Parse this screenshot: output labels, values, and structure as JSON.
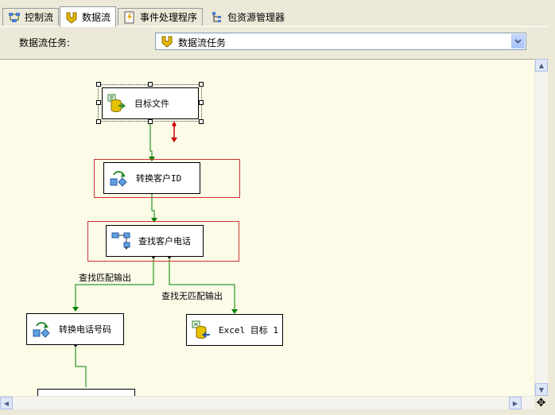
{
  "tabs": [
    {
      "label": "控制流",
      "icon": "control-flow-icon"
    },
    {
      "label": "数据流",
      "icon": "data-flow-icon"
    },
    {
      "label": "事件处理程序",
      "icon": "event-handler-icon"
    },
    {
      "label": "包资源管理器",
      "icon": "package-explorer-icon"
    }
  ],
  "active_tab": "数据流",
  "toolbar": {
    "task_label": "数据流任务:",
    "task_value": "数据流任务"
  },
  "canvas": {
    "components": {
      "source": {
        "label": "目标文件",
        "icon": "flat-file-source-icon"
      },
      "convert_id": {
        "label": "转换客户ID",
        "icon": "data-conversion-icon"
      },
      "lookup": {
        "label": "查找客户电话",
        "icon": "lookup-icon"
      },
      "convert_phone": {
        "label": "转换电话号码",
        "icon": "data-conversion-icon"
      },
      "excel_dest": {
        "label": "Excel 目标 1",
        "icon": "excel-destination-icon"
      }
    },
    "paths": {
      "match": "查找匹配输出",
      "nomatch": "查找无匹配输出"
    }
  },
  "colors": {
    "canvas_bg": "#fcfbe8",
    "path_green": "#008000",
    "error_red": "#cc0000",
    "error_box": "#cc3333"
  }
}
